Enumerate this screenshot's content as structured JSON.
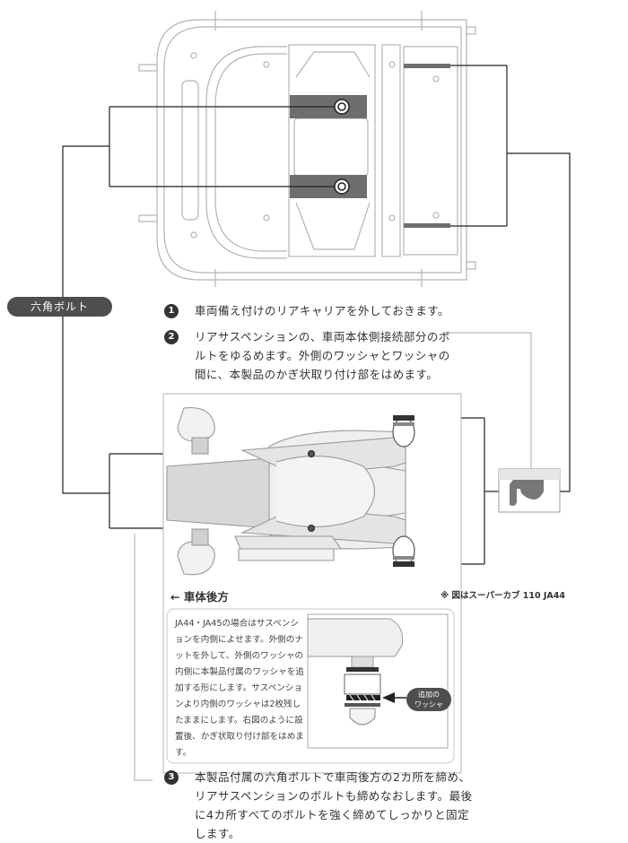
{
  "label_hex_bolt": "六角ボルト",
  "steps": [
    {
      "num": "1",
      "text": "車両備え付けのリアキャリアを外しておきます。"
    },
    {
      "num": "2",
      "text": "リアサスペンションの、車両本体側接続部分のボルトをゆるめます。外側のワッシャとワッシャの間に、本製品のかぎ状取り付け部をはめます。"
    },
    {
      "num": "3",
      "text": "本製品付属の六角ボルトで車両後方の2カ所を締め、リアサスペンションのボルトも締めなおします。最後に4カ所すべてのボルトを強く締めてしっかりと固定します。"
    }
  ],
  "rear_label": "← 車体後方",
  "model_note": "※ 図はスーパーカブ 110 JA44",
  "inset_text": "JA44・JA45の場合はサスペンションを内側によせます。外側のナットを外して、外側のワッシャの内側に本製品付属のワッシャを追加する形にします。サスペンションより内側のワッシャは2枚残したままにします。右図のように設置後、かぎ状取り付け部をはめます。",
  "washer_bubble": "追加の\nワッシャ",
  "colors": {
    "line": "#222222",
    "frame": "#b4b4b4",
    "pill": "#4e4e4e",
    "part": "#6e6e6e"
  }
}
